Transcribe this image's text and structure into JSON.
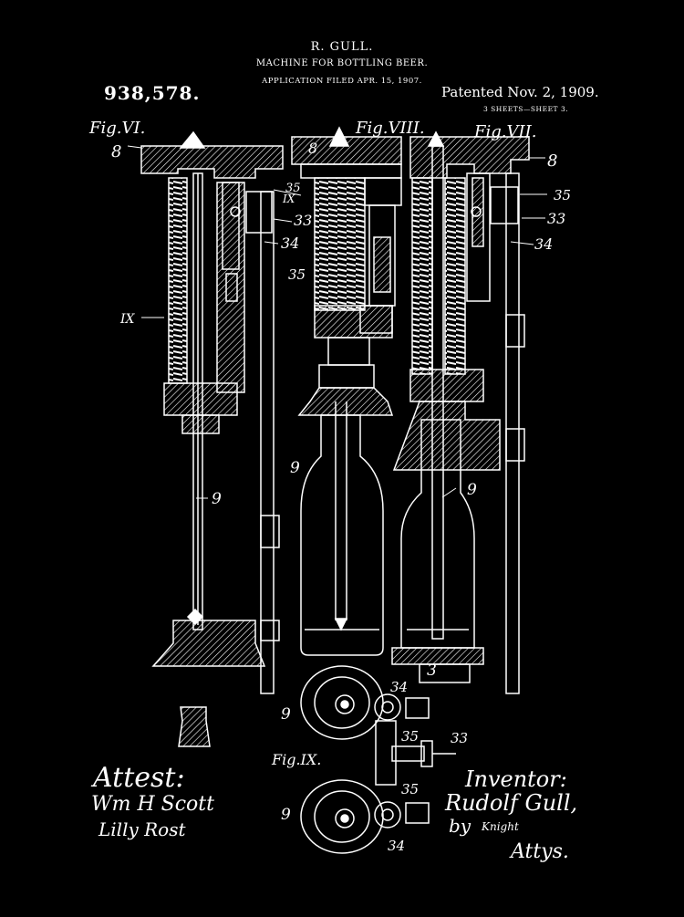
{
  "header": {
    "inventor_name": "R. GULL.",
    "title": "MACHINE FOR BOTTLING BEER.",
    "application": "APPLICATION FILED APR. 15, 1907.",
    "patent_number": "938,578.",
    "patented_date": "Patented Nov. 2, 1909.",
    "sheets": "3 SHEETS—SHEET 3."
  },
  "figures": {
    "fig6": "Fig.VI.",
    "fig7": "Fig.VII.",
    "fig8": "Fig.VIII.",
    "fig9": "Fig.IX."
  },
  "reference_numerals": {
    "n3": "3",
    "n8": "8",
    "n9": "9",
    "n33": "33",
    "n34": "34",
    "n35": "35",
    "section_ix": "IX"
  },
  "signatures": {
    "attest": "Attest:",
    "witness1": "Wm H Scott",
    "witness2": "Lilly Rost",
    "inventor_label": "Inventor:",
    "inventor": "Rudolf Gull,",
    "by": "by",
    "attorney": "Knight",
    "attys": "Attys."
  },
  "colors": {
    "background": "#000000",
    "ink": "#ffffff"
  }
}
